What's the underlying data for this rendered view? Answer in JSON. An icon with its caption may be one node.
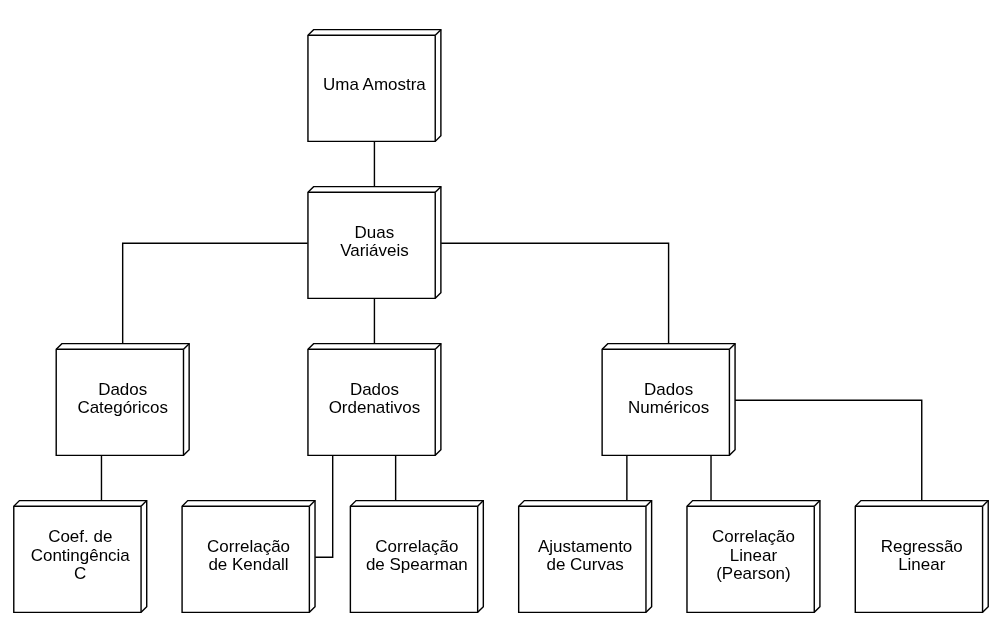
{
  "diagram": {
    "nodes": [
      {
        "text": [
          "Uma Amostra"
        ]
      },
      {
        "text": [
          "Duas Variáveis"
        ]
      },
      {
        "text": [
          "Dados Categóricos"
        ]
      },
      {
        "text": [
          "Dados Ordenativos"
        ]
      },
      {
        "text": [
          "Dados Numéricos"
        ]
      },
      {
        "text": [
          "Coef. de Contingência C"
        ]
      },
      {
        "text": [
          "Correlação de Kendall"
        ]
      },
      {
        "text": [
          "Correlação de Spearman"
        ]
      },
      {
        "text": [
          "Ajustamento de Curvas"
        ]
      },
      {
        "text": [
          "Correlação Linear (Pearson)"
        ]
      },
      {
        "text": [
          "Regressão Linear"
        ]
      }
    ],
    "edges": [
      {
        "from": 0,
        "to": 1,
        "arrow": "none"
      },
      {
        "from": 1,
        "to": 2,
        "arrow": "none"
      },
      {
        "from": 1,
        "to": 3,
        "arrow": "none"
      },
      {
        "from": 1,
        "to": 4,
        "arrow": "none"
      },
      {
        "from": 2,
        "to": 5,
        "arrow": "none"
      },
      {
        "from": 3,
        "to": 6,
        "arrow": "none"
      },
      {
        "from": 3,
        "to": 7,
        "arrow": "none"
      },
      {
        "from": 4,
        "to": 8,
        "arrow": "none"
      },
      {
        "from": 4,
        "to": 9,
        "arrow": "none"
      },
      {
        "from": 4,
        "to": 10,
        "arrow": "none"
      }
    ]
  }
}
